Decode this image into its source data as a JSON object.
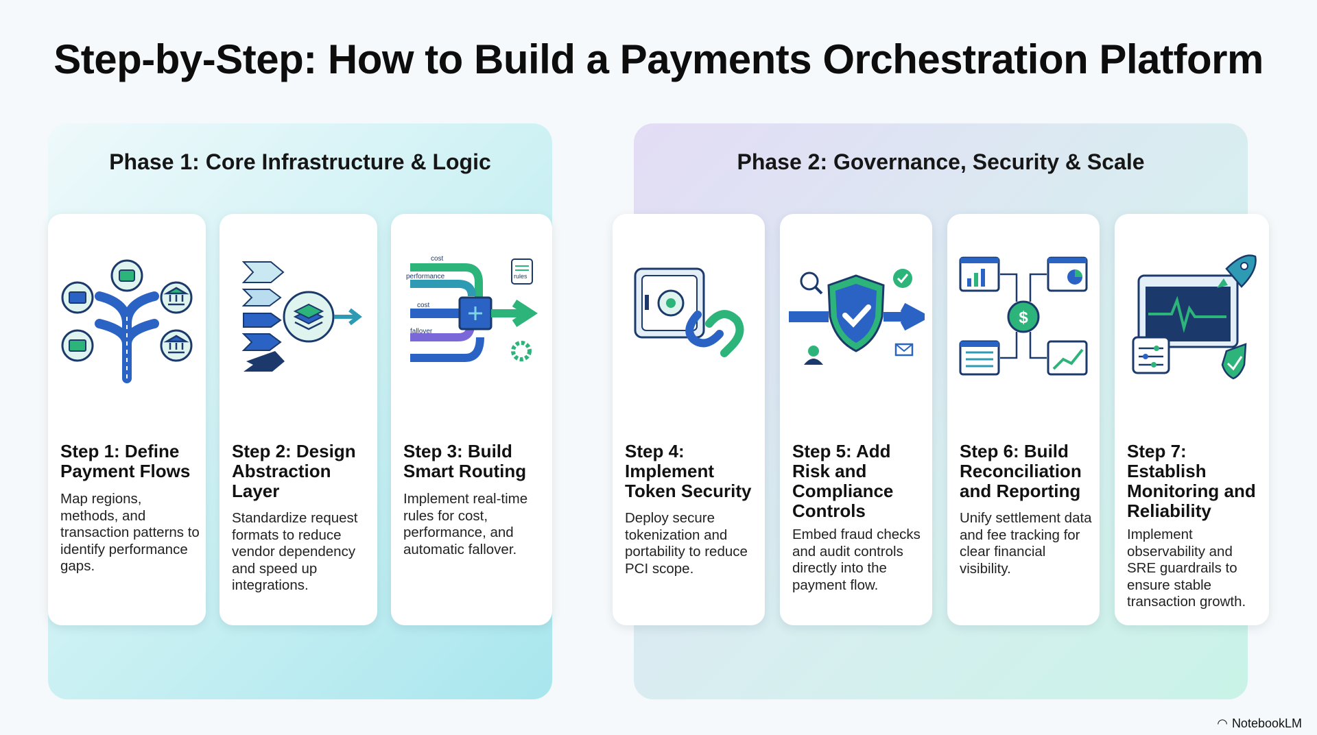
{
  "title": "Step-by-Step: How to Build a Payments Orchestration Platform",
  "phases": [
    {
      "label": "Phase 1: Core Infrastructure & Logic"
    },
    {
      "label": "Phase 2: Governance, Security & Scale"
    }
  ],
  "steps": [
    {
      "title": "Step 1: Define Payment Flows",
      "desc": "Map regions, methods, and transaction patterns to identify performance gaps.",
      "icon": "branching-flow-icon"
    },
    {
      "title": "Step 2: Design Abstraction Layer",
      "desc": "Standardize request formats to reduce vendor dependency and speed up integrations.",
      "icon": "layers-icon"
    },
    {
      "title": "Step 3: Build Smart Routing",
      "desc": "Implement real-time rules for cost, performance, and automatic fallover.",
      "icon": "routing-icon",
      "labels": {
        "cost_top": "cost",
        "performance": "performance",
        "cost_mid": "cost",
        "fallover": "fallover",
        "rules": "rules"
      }
    },
    {
      "title": "Step 4: Implement Token Security",
      "desc": "Deploy secure tokenization and portability to reduce PCI scope.",
      "icon": "vault-icon"
    },
    {
      "title": "Step 5: Add Risk and Compliance Controls",
      "desc": "Embed fraud checks and audit controls directly into the payment flow.",
      "icon": "shield-icon"
    },
    {
      "title": "Step 6: Build Reconciliation and Reporting",
      "desc": "Unify settlement data and fee tracking for clear financial visibility.",
      "icon": "reports-icon"
    },
    {
      "title": "Step 7: Establish Monitoring and Reliability",
      "desc": "Implement observability and SRE guardrails to ensure stable transaction growth.",
      "icon": "monitor-icon"
    }
  ],
  "brand": "NotebookLM",
  "colors": {
    "blue": "#2a63c4",
    "green": "#2db47a",
    "teal": "#2e9ab4",
    "navy": "#1b3a6b"
  }
}
